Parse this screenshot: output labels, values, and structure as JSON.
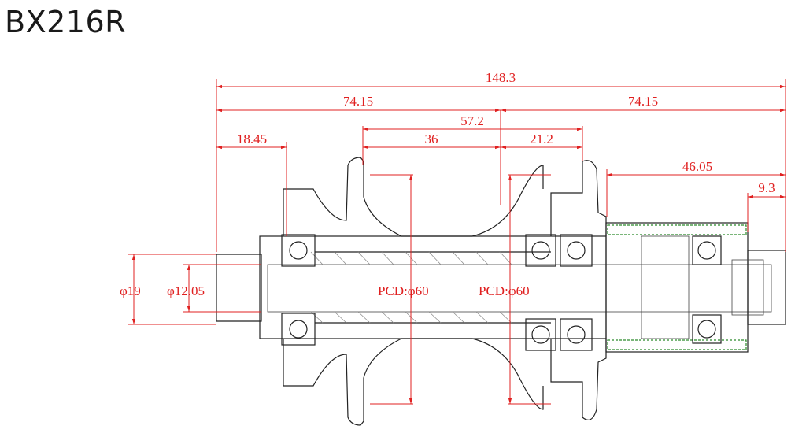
{
  "title": "BX216R",
  "dimensions": {
    "overall": "148.3",
    "left_half": "74.15",
    "right_half": "74.15",
    "flange_spacing": "57.2",
    "left_flange_to_center": "36",
    "center_to_right_flange": "21.2",
    "left_end_to_bearing": "18.45",
    "freehub_length": "46.05",
    "end_offset": "9.3",
    "outer_diameter": "φ19",
    "inner_diameter": "φ12.05",
    "pcd_left": "PCD:φ60",
    "pcd_right": "PCD:φ60"
  },
  "colors": {
    "dimension": "#e02020",
    "outline": "#222222",
    "freehub": "#2a8a2a"
  }
}
